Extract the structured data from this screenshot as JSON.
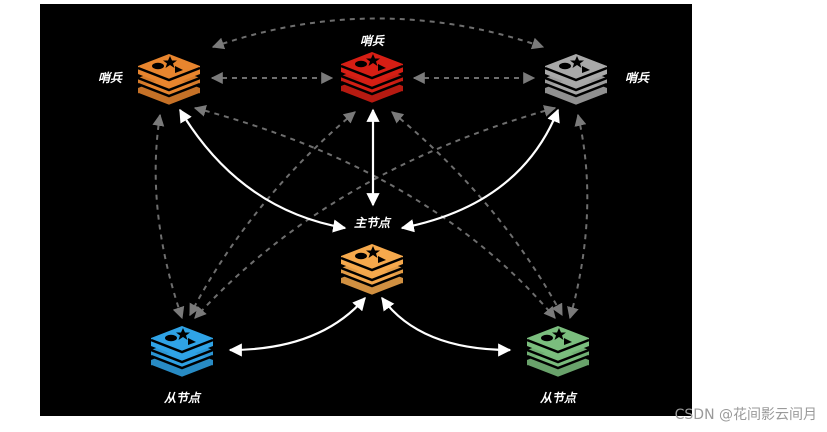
{
  "nodes": {
    "sentinel_left": {
      "label": "哨兵",
      "color": "#E8852E",
      "role": "sentinel"
    },
    "sentinel_top": {
      "label": "哨兵",
      "color": "#D61E14",
      "role": "sentinel"
    },
    "sentinel_right": {
      "label": "哨兵",
      "color": "#A9A9A9",
      "role": "sentinel"
    },
    "master": {
      "label": "主节点",
      "color": "#F6A94C",
      "role": "master"
    },
    "slave_left": {
      "label": "从节点",
      "color": "#2FA3E6",
      "role": "slave"
    },
    "slave_right": {
      "label": "从节点",
      "color": "#7BBE7E",
      "role": "slave"
    }
  },
  "icon": "redis-stack-icon",
  "edge_colors": {
    "solid": "#FFFFFF",
    "dashed": "#6E6E6E"
  },
  "watermark": "CSDN @花间影云间月"
}
